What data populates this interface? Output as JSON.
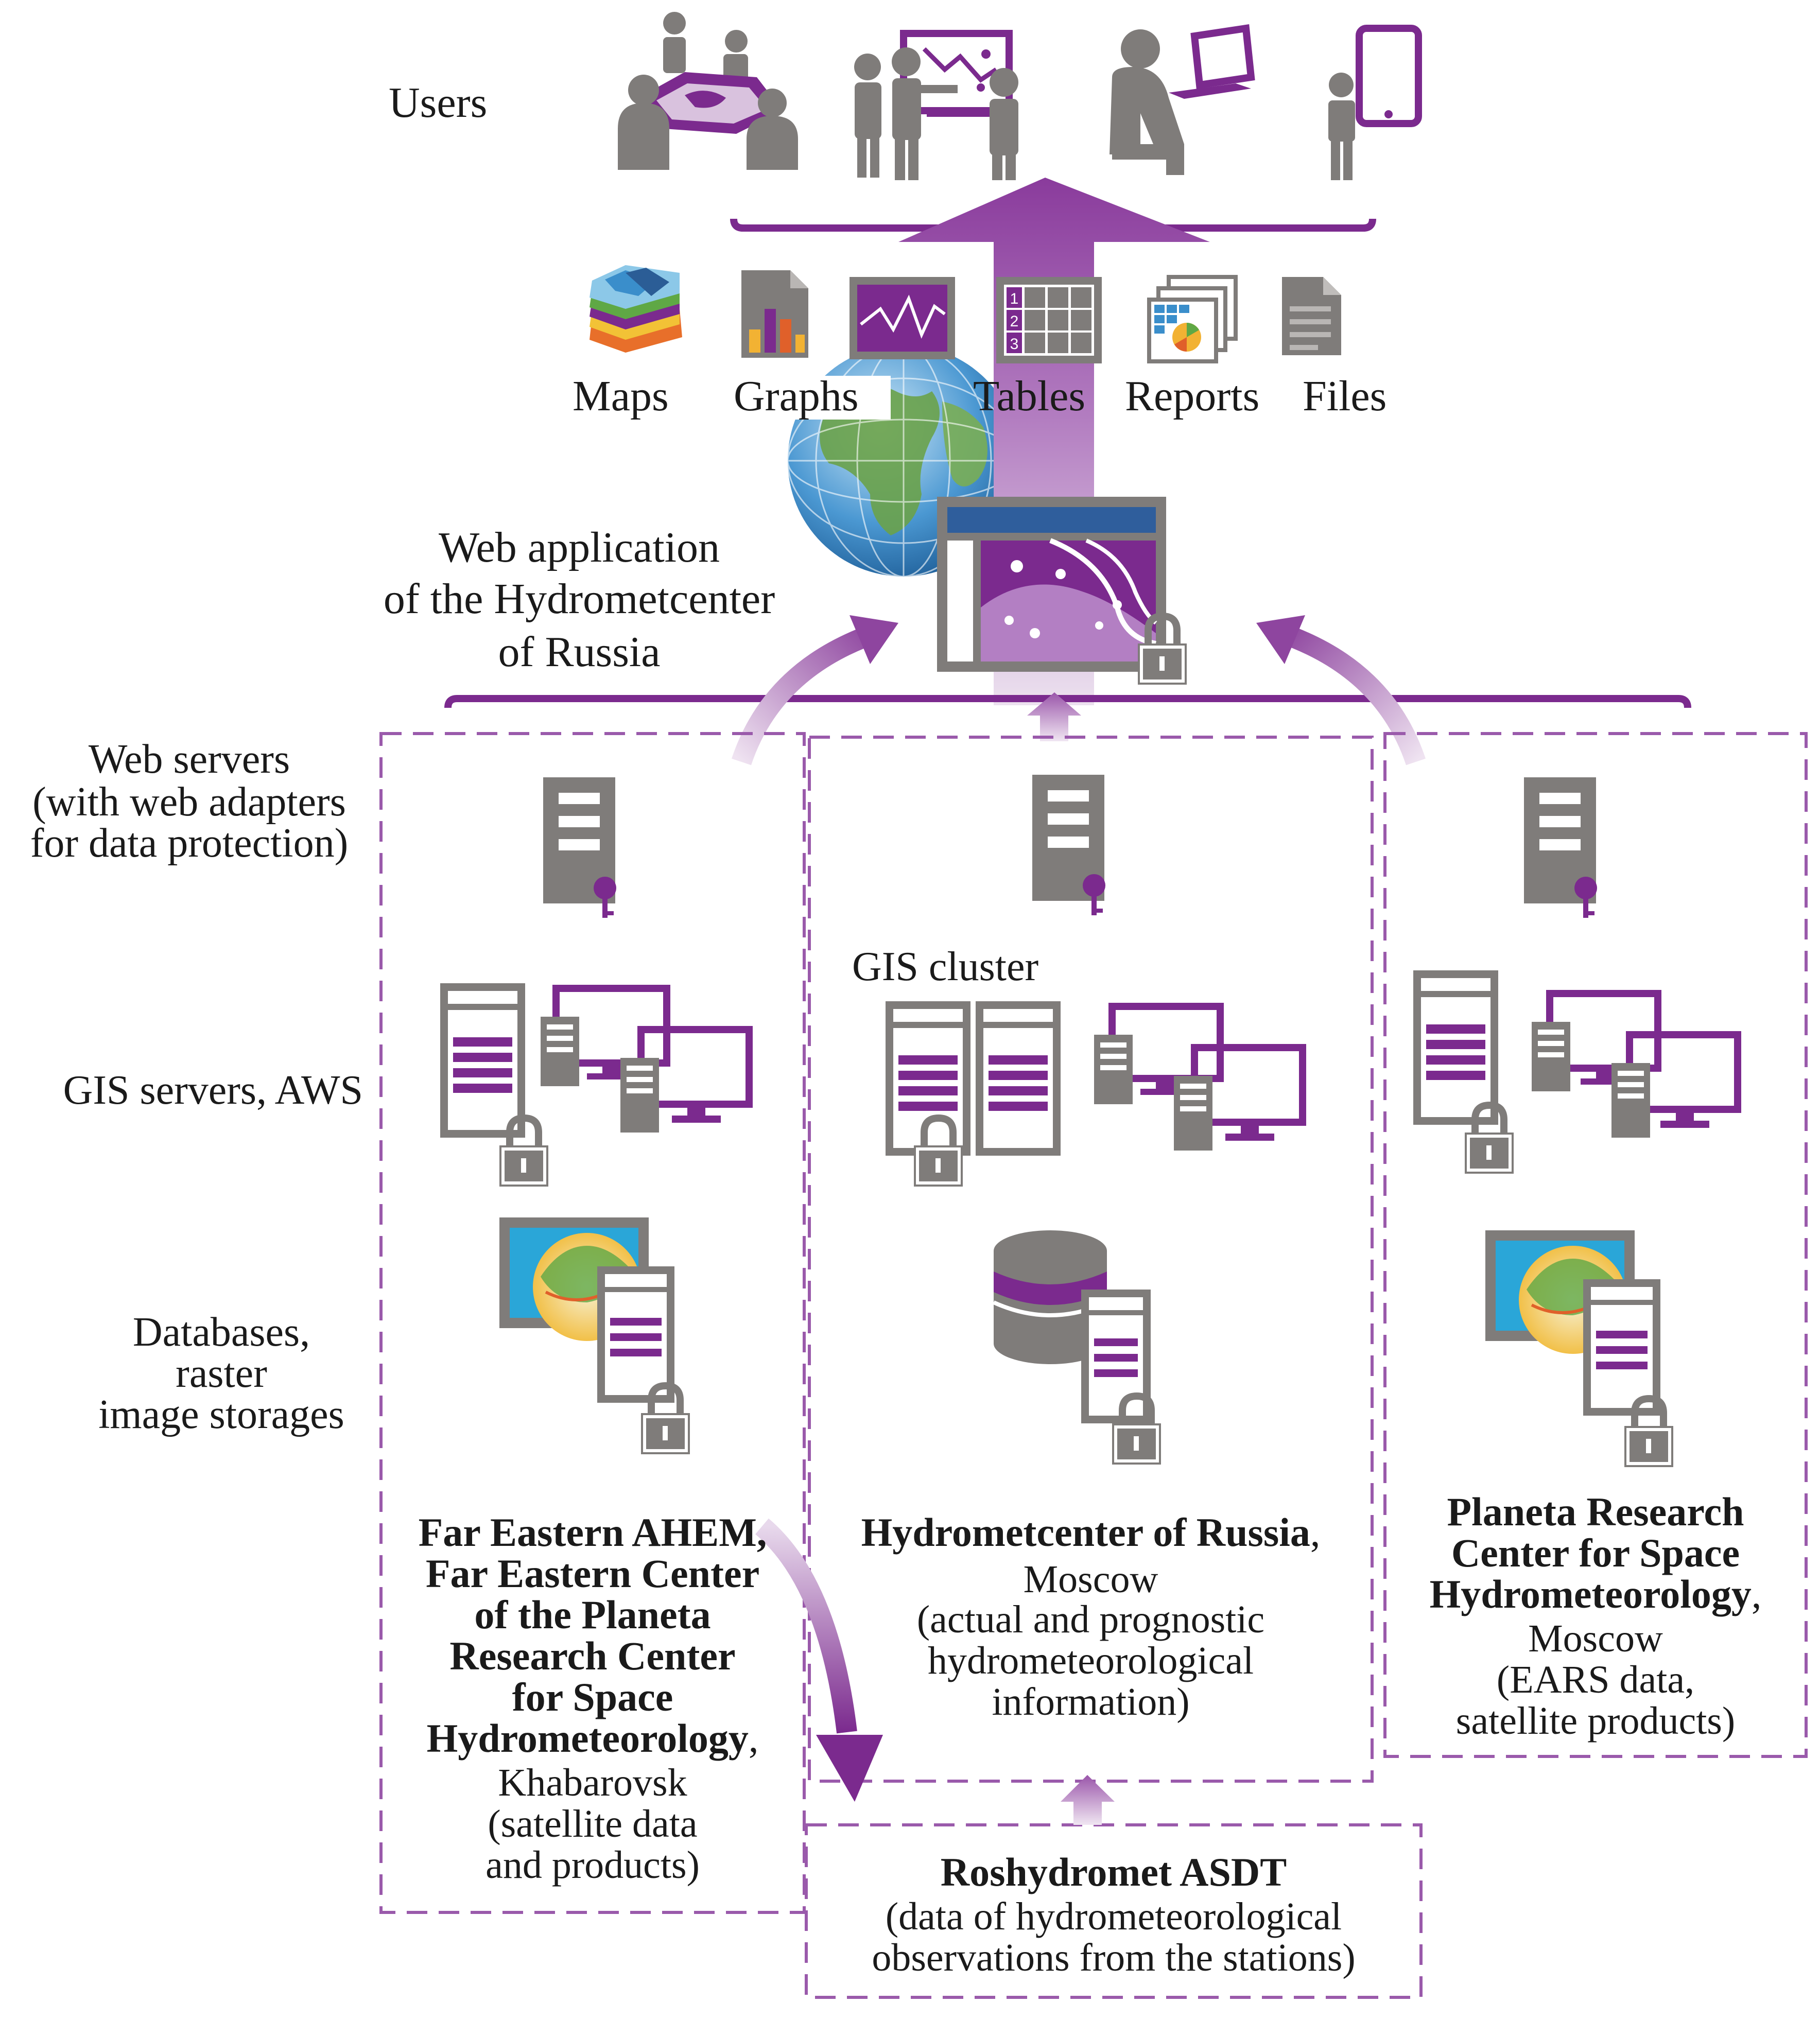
{
  "colors": {
    "purple": "#7b2a8e",
    "purple_light": "#a566b4",
    "purple_pale": "#d9c2de",
    "gray": "#7f7c7a",
    "gray_dark": "#5e5b59",
    "white": "#ffffff"
  },
  "users": {
    "label": "Users",
    "icons": [
      "meeting-table-icon",
      "presentation-board-icon",
      "laptop-user-icon",
      "mobile-user-icon"
    ]
  },
  "outputs": [
    {
      "label": "Maps",
      "icon": "map-layers-icon"
    },
    {
      "label": "Graphs",
      "icon": "bar-chart-icon"
    },
    {
      "label": "",
      "icon": "line-chart-monitor-icon"
    },
    {
      "label": "Tables",
      "icon": "table-icon"
    },
    {
      "label": "Reports",
      "icon": "reports-icon"
    },
    {
      "label": "Files",
      "icon": "file-icon"
    }
  ],
  "web_app": {
    "lines": [
      "Web application",
      "of the Hydrometcenter",
      "of Russia"
    ]
  },
  "row_labels": {
    "web_servers": [
      "Web servers",
      "(with web adapters",
      "for data protection)"
    ],
    "gis_servers": "GIS servers, AWS",
    "databases": [
      "Databases,",
      "raster",
      "image storages"
    ]
  },
  "gis_cluster_label": "GIS cluster",
  "centers": [
    {
      "name_lines": [
        "Far Eastern  AHEM,",
        "Far Eastern Center",
        "of the Planeta",
        "Research Center",
        "for Space"
      ],
      "name_last": "Hydrometeorology",
      "detail_lines": [
        "Khabarovsk",
        "(satellite data",
        "and products)"
      ]
    },
    {
      "name_last": "Hydrometcenter of Russia",
      "detail_lines": [
        "Moscow",
        "(actual and prognostic",
        "hydrometeorological",
        "information)"
      ]
    },
    {
      "name_lines": [
        "Planeta Research",
        "Center for Space"
      ],
      "name_last": "Hydrometeorology",
      "detail_lines": [
        "Moscow",
        "(EARS data,",
        "satellite products)"
      ]
    }
  ],
  "asdt": {
    "title": "Roshydromet ASDT",
    "detail_lines": [
      "(data of hydrometeorological",
      "observations from the stations)"
    ]
  }
}
